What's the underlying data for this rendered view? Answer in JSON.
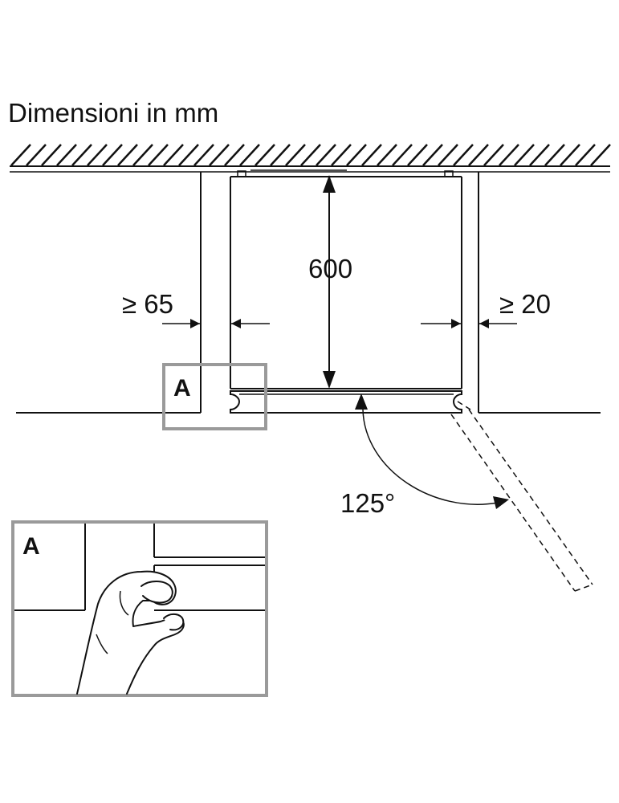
{
  "title": "Dimensioni in mm",
  "dimensions": {
    "depth": "600",
    "left_gap": "≥ 65",
    "right_gap": "≥ 20",
    "door_angle": "125°"
  },
  "callouts": {
    "detail_marker": "A",
    "detail_panel_label": "A"
  },
  "colors": {
    "line": "#111111",
    "callout_frame": "#9a9a9a",
    "background": "#ffffff"
  }
}
